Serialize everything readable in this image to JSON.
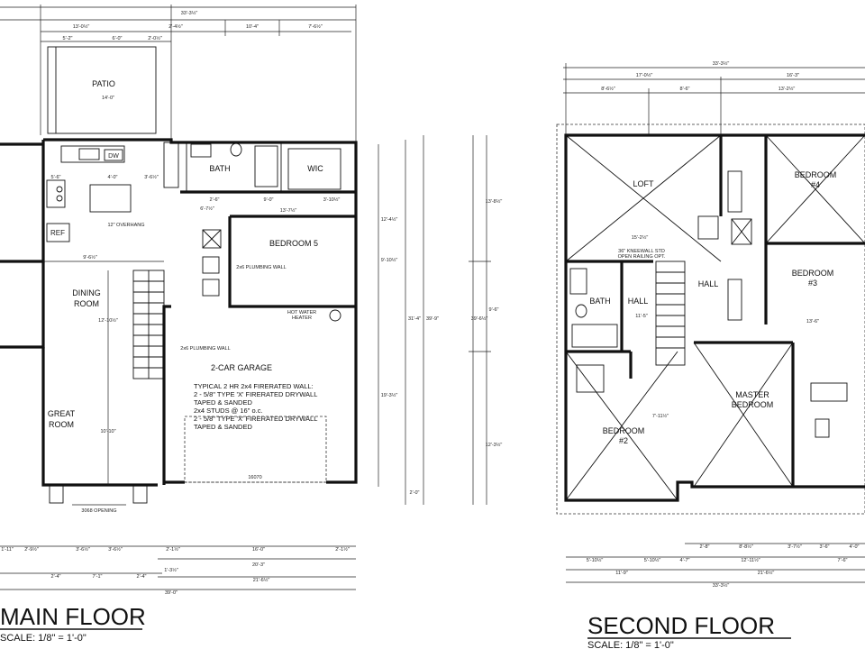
{
  "main_floor": {
    "title": "MAIN FLOOR",
    "scale": "SCALE: 1/8\" = 1'-0\"",
    "rooms": {
      "patio": "PATIO",
      "patio_dim": "14'-0\"",
      "bath": "BATH",
      "wic": "WIC",
      "bedroom5": "BEDROOM 5",
      "dining_1": "DINING",
      "dining_2": "ROOM",
      "great_1": "GREAT",
      "great_2": "ROOM",
      "garage": "2-CAR GARAGE",
      "ref": "REF",
      "dw": "DW"
    },
    "notes": {
      "overhang": "12\" OVERHANG",
      "plumbing_wall_1": "2x6 PLUMBING WALL",
      "plumbing_wall_2": "2x6 PLUMBING WALL",
      "hot_water_1": "HOT WATER",
      "hot_water_2": "HEATER",
      "wall_1": "TYPICAL 2 HR 2x4 FIRERATED WALL:",
      "wall_2": "2 - 5/8\" TYPE 'X' FIRERATED DRYWALL",
      "wall_3": "TAPED & SANDED",
      "wall_4": "2x4 STUDS @ 16\" o.c.",
      "wall_5": "2 - 5/8\" TYPE 'X' FIRERATED DRYWALL",
      "wall_6": "TAPED & SANDED",
      "opening": "3068 OPENING",
      "garage_door": "16070"
    },
    "dims": {
      "top_overall": "33'-3½\"",
      "top_a": "13'-0½\"",
      "top_b": "10'-4\"",
      "top_c": "7'-6½\"",
      "top_d": "5'-2\"",
      "top_e": "6'-0\"",
      "top_f": "2'-0½\"",
      "top_g": "2'-4½\"",
      "bath_a": "2'-6\"",
      "bath_b": "9'-0\"",
      "bath_c": "3'-10½\"",
      "bath_d": "13'-7½\"",
      "bath_e": "6'-7½\"",
      "kitchen_a": "5'-6\"",
      "kitchen_b": "4'-0\"",
      "kitchen_c": "3'-6½\"",
      "side_a": "9'-10½\"",
      "side_b": "12'-4½\"",
      "side_c": "31'-4\"",
      "side_d": "39'-9\"",
      "side_e": "19'-3½\"",
      "side_f": "2'-0\"",
      "left_a": "12'-10½\"",
      "left_b": "10'-10\"",
      "left_c": "9'-6½\"",
      "bot_a": "1'-11\"",
      "bot_b": "2'-9½\"",
      "bot_c": "3'-6½\"",
      "bot_d": "3'-6½\"",
      "bot_e": "2'-1½\"",
      "bot_f": "16'-0\"",
      "bot_g": "2'-1½\"",
      "bot_h": "20'-3\"",
      "bot_i": "2'-4\"",
      "bot_j": "7'-1\"",
      "bot_k": "2'-4\"",
      "bot_l": "1'-3½\"",
      "bot_m": "21'-6½\"",
      "bot_overall": "39'-0\""
    }
  },
  "second_floor": {
    "title": "SECOND FLOOR",
    "scale": "SCALE: 1/8\" = 1'-0\"",
    "rooms": {
      "loft": "LOFT",
      "bedroom4_1": "BEDROOM",
      "bedroom4_2": "#4",
      "bedroom3_1": "BEDROOM",
      "bedroom3_2": "#3",
      "bath": "BATH",
      "hall_1": "HALL",
      "hall_2": "HALL",
      "master_1": "MASTER",
      "master_2": "BEDROOM",
      "bedroom2_1": "BEDROOM",
      "bedroom2_2": "#2"
    },
    "notes": {
      "kneewall_1": "36\" KNEEWALL STD",
      "kneewall_2": "OPEN RAILING OPT."
    },
    "dims": {
      "top_overall": "33'-3½\"",
      "top_a": "17'-0½\"",
      "top_b": "16'-3\"",
      "top_c": "8'-6½\"",
      "top_d": "8'-6\"",
      "top_e": "13'-2½\"",
      "left_a": "13'-8½\"",
      "left_b": "39'-6½\"",
      "left_c": "9'-6\"",
      "left_d": "12'-3½\"",
      "loft_a": "15'-2½\"",
      "loft_b": "11'-5\"",
      "bed3": "13'-6\"",
      "bed2": "7'-11½\"",
      "bot_a": "2'-8\"",
      "bot_b": "8'-8½\"",
      "bot_c": "3'-7½\"",
      "bot_d": "3'-6\"",
      "bot_e": "4'-0\"",
      "bot_f": "5'-10½\"",
      "bot_g": "5'-10½\"",
      "bot_h": "4'-7\"",
      "bot_i": "12'-11½\"",
      "bot_j": "7'-6\"",
      "bot_k": "11'-9\"",
      "bot_l": "21'-6½\"",
      "bot_overall": "33'-3½\""
    }
  }
}
